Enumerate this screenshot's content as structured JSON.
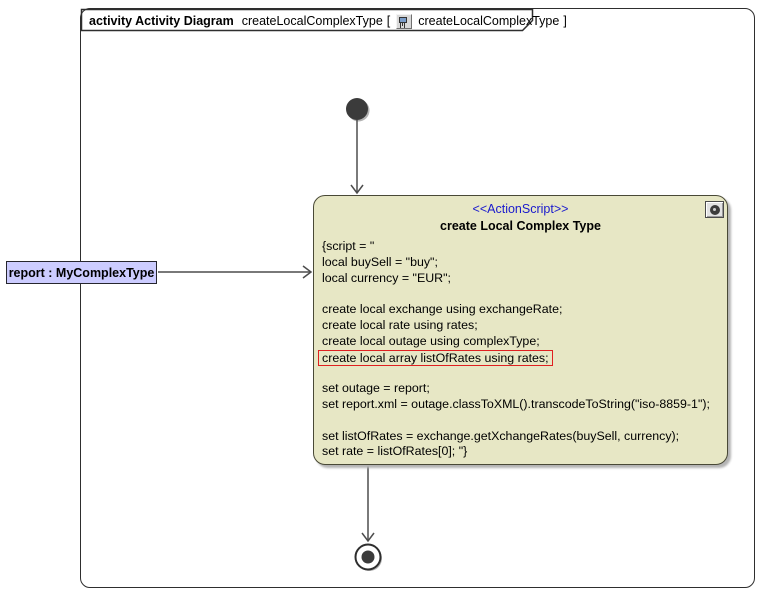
{
  "frame": {
    "title_keyword": "activity Activity Diagram",
    "diagram_name": "createLocalComplexType",
    "bracket_open": "[",
    "reference_name": "createLocalComplexType",
    "bracket_close": "]",
    "title_icon": "activity-diagram-icon"
  },
  "action": {
    "stereotype": "<<ActionScript>>",
    "name": "create Local Complex Type",
    "corner_icon": "gear-icon",
    "script_lines": [
      "{script = \"",
      "local buySell = \"buy\";",
      "local currency = \"EUR\";",
      "",
      "create local exchange using exchangeRate;",
      "create local rate using rates;",
      "create local outage using complexType;",
      "create local array listOfRates using rates;",
      "",
      "set outage = report;",
      "set report.xml = outage.classToXML().transcodeToString(\"iso-8859-1\");",
      "",
      "set listOfRates = exchange.getXchangeRates(buySell, currency);",
      "set rate = listOfRates[0]; \"}"
    ],
    "highlighted_line_index": 7
  },
  "object_node": {
    "label": "report : MyComplexType"
  },
  "nodes": {
    "initial": "initial-node",
    "final": "activity-final-node"
  },
  "colors": {
    "action_fill": "#e7e7c5",
    "action_border": "#494936",
    "stereotype_blue": "#1a1acd",
    "highlight_red": "#e02020",
    "object_node_fill": "#ccccff",
    "connector_line": "#4d4d4d",
    "node_fill": "#3b3b3b"
  }
}
